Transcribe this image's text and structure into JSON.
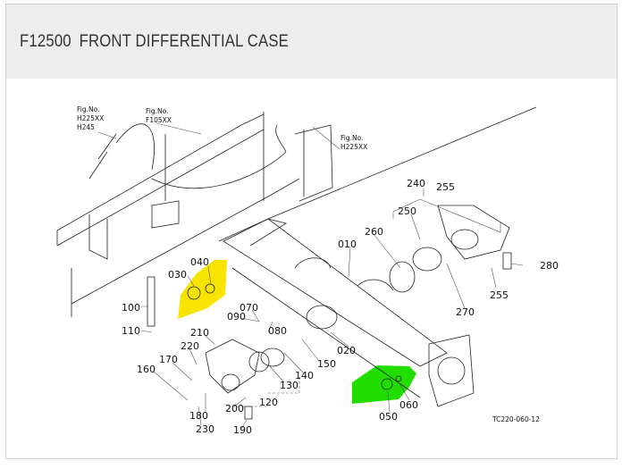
{
  "header": {
    "code": "F12500",
    "title": "FRONT DIFFERENTIAL CASE"
  },
  "diagram": {
    "refs": {
      "ref1": [
        "Fig.No.",
        "H225XX",
        "H245"
      ],
      "ref2": [
        "Fig.No.",
        "F105XX"
      ],
      "ref3": [
        "Fig.No.",
        "H225XX"
      ]
    },
    "parts": [
      "010",
      "020",
      "030",
      "040",
      "050",
      "060",
      "070",
      "080",
      "090",
      "100",
      "110",
      "120",
      "130",
      "140",
      "150",
      "160",
      "170",
      "180",
      "190",
      "200",
      "210",
      "220",
      "230",
      "240",
      "250",
      "255",
      "255",
      "260",
      "270",
      "280"
    ],
    "drawing_id": "TC220-060-12",
    "highlight_colors": {
      "yellow": "#f7e400",
      "green": "#22dd00"
    }
  }
}
